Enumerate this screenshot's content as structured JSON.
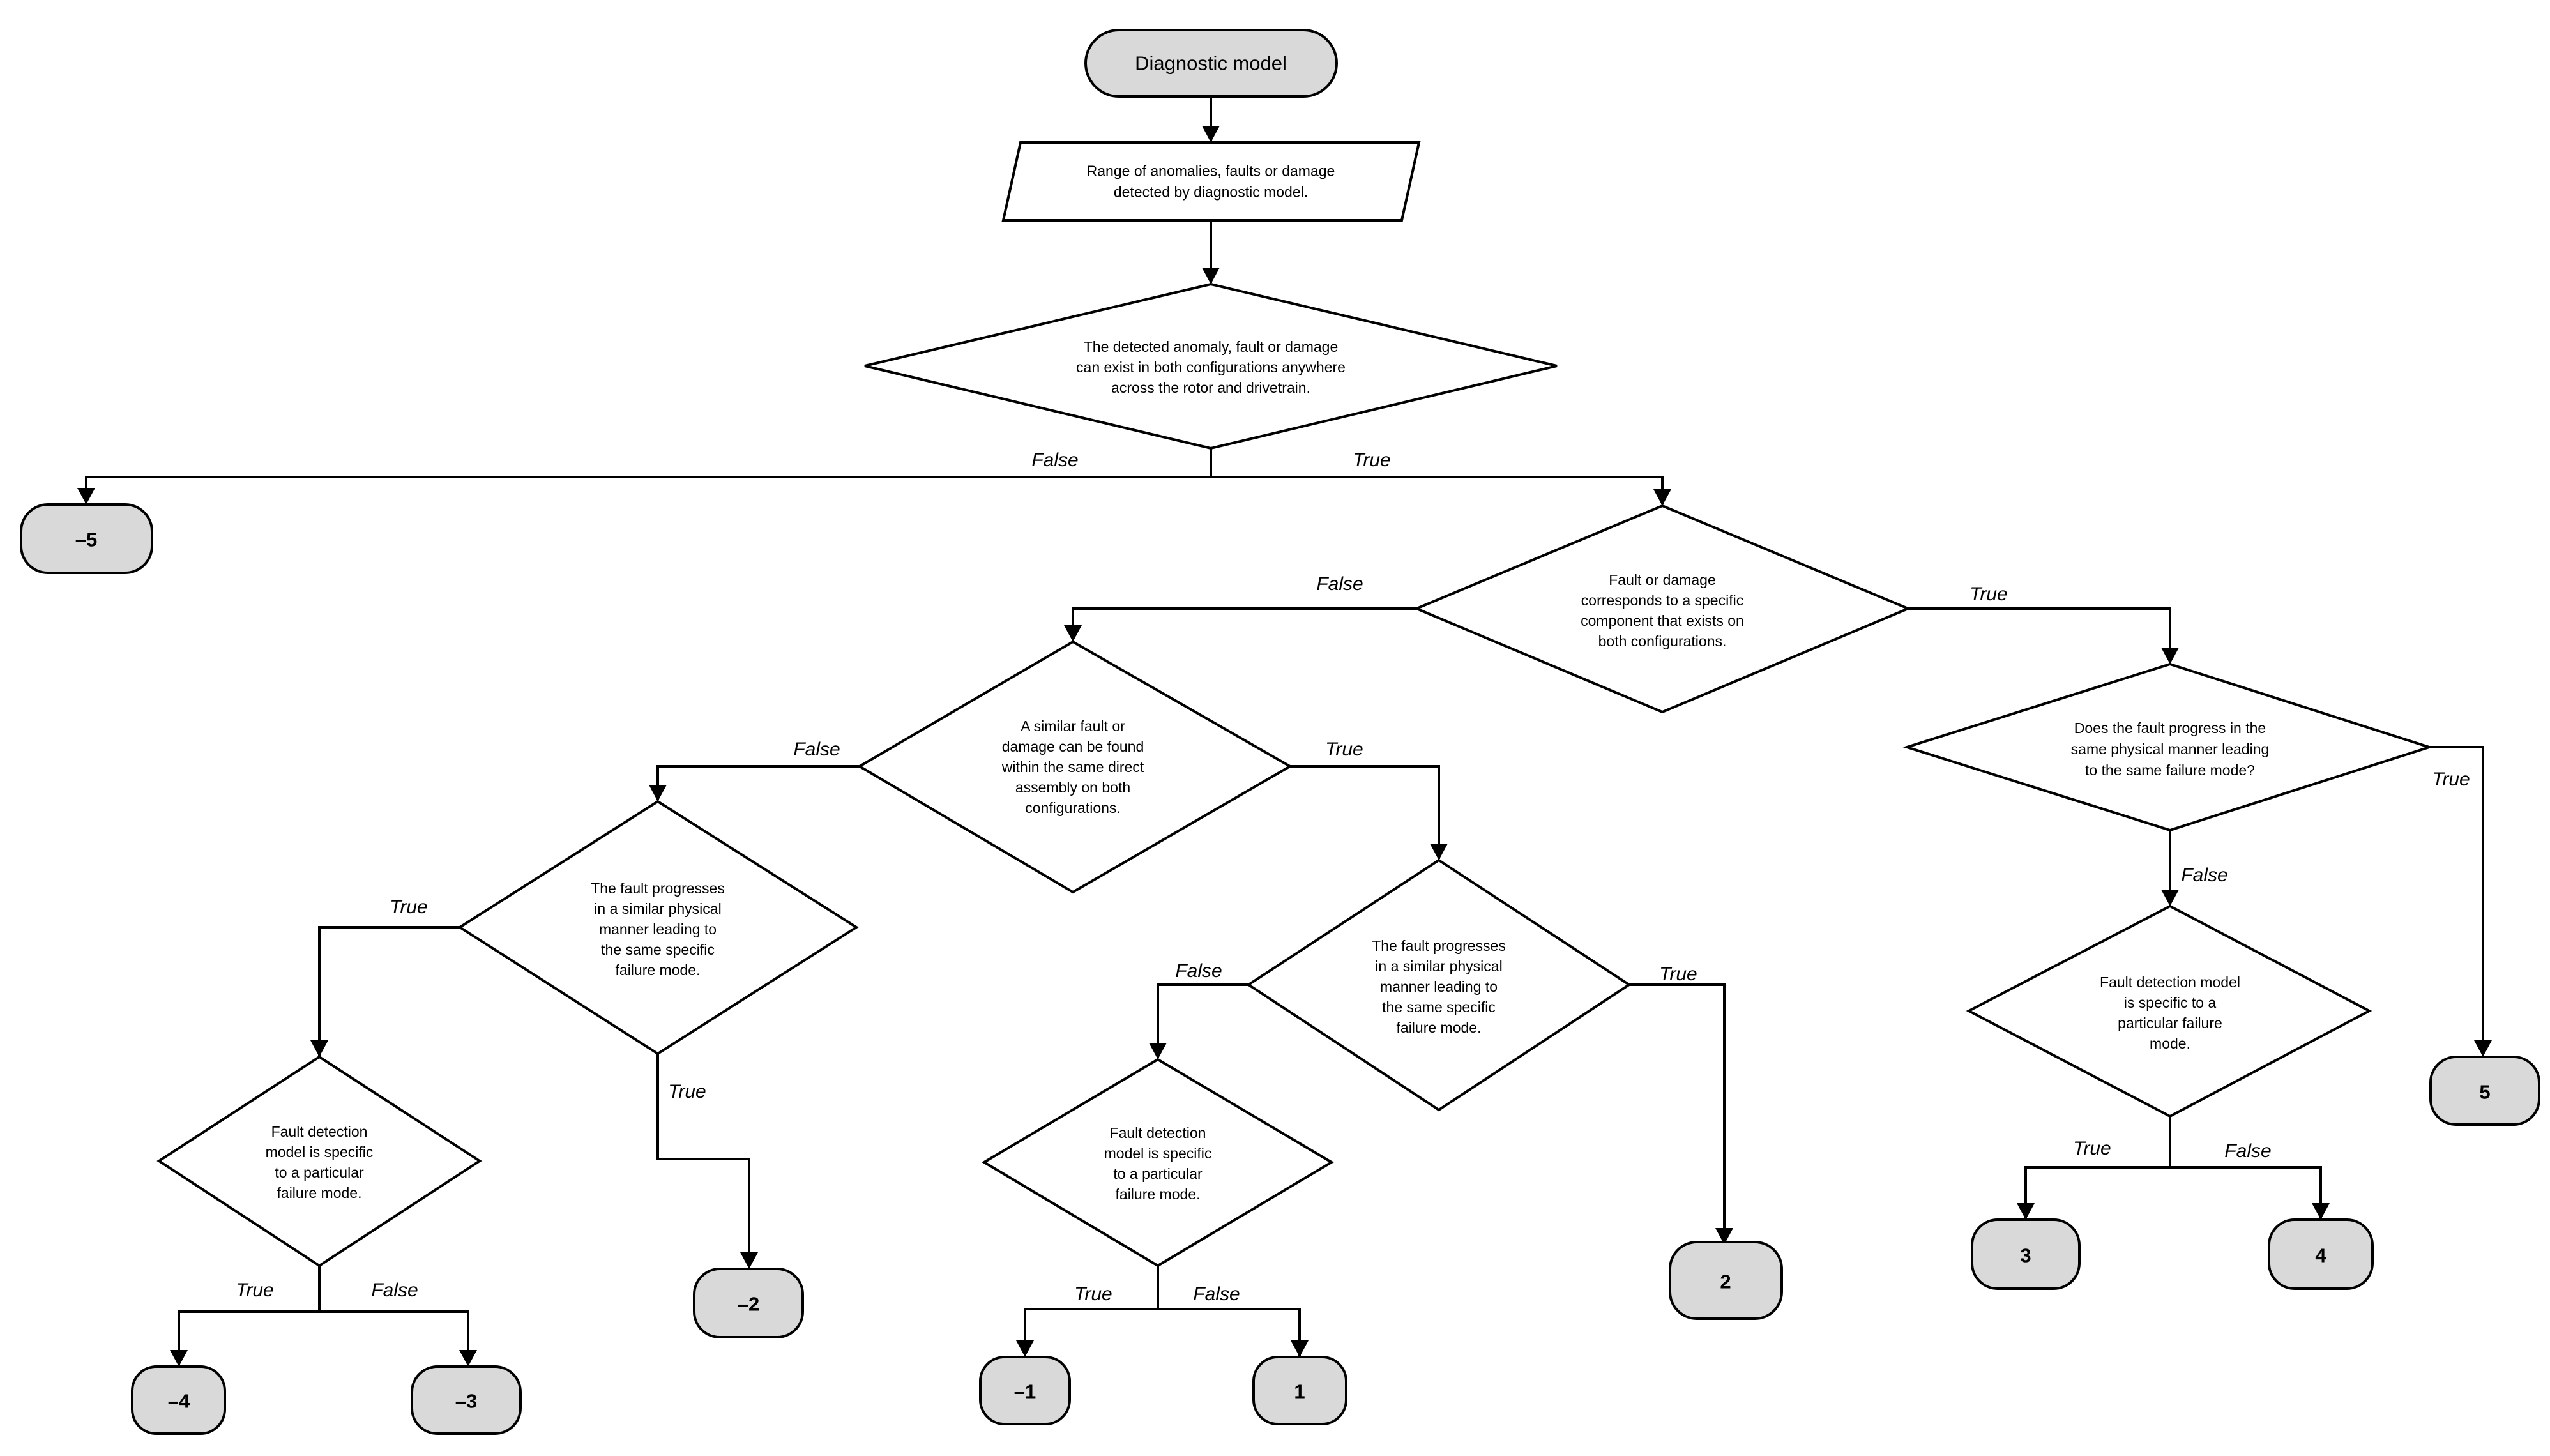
{
  "flowchart": {
    "start": {
      "label": "Diagnostic model"
    },
    "input": {
      "label": "Range of anomalies, faults or damage\ndetected by diagnostic model."
    },
    "decisions": {
      "d1": {
        "label": "The detected anomaly, fault or damage\ncan exist in both configurations anywhere\nacross the rotor and drivetrain."
      },
      "d2": {
        "label": "Fault or damage\ncorresponds to a specific\ncomponent that exists on\nboth configurations."
      },
      "d3": {
        "label": "A similar fault or\ndamage can be found\nwithin the same direct\nassembly on both\nconfigurations."
      },
      "d4": {
        "label": "Does the fault progress in the\nsame physical manner leading\nto the same failure mode?"
      },
      "d5": {
        "label": "The fault progresses\nin a similar physical\nmanner leading to\nthe same specific\nfailure mode."
      },
      "d6": {
        "label": "The fault progresses\nin a similar physical\nmanner leading to\nthe same specific\nfailure mode."
      },
      "d7": {
        "label": "Fault detection\nmodel is specific\nto a particular\nfailure mode."
      },
      "d8": {
        "label": "Fault detection\nmodel is specific\nto a particular\nfailure mode."
      },
      "d9": {
        "label": "Fault detection model\nis specific to a\nparticular failure\nmode."
      }
    },
    "outcomes": {
      "m5": "–5",
      "m4": "–4",
      "m3": "–3",
      "m2": "–2",
      "m1": "–1",
      "p1": "1",
      "p2": "2",
      "p3": "3",
      "p4": "4",
      "p5": "5"
    },
    "branch_labels": {
      "true": "True",
      "false": "False"
    }
  }
}
